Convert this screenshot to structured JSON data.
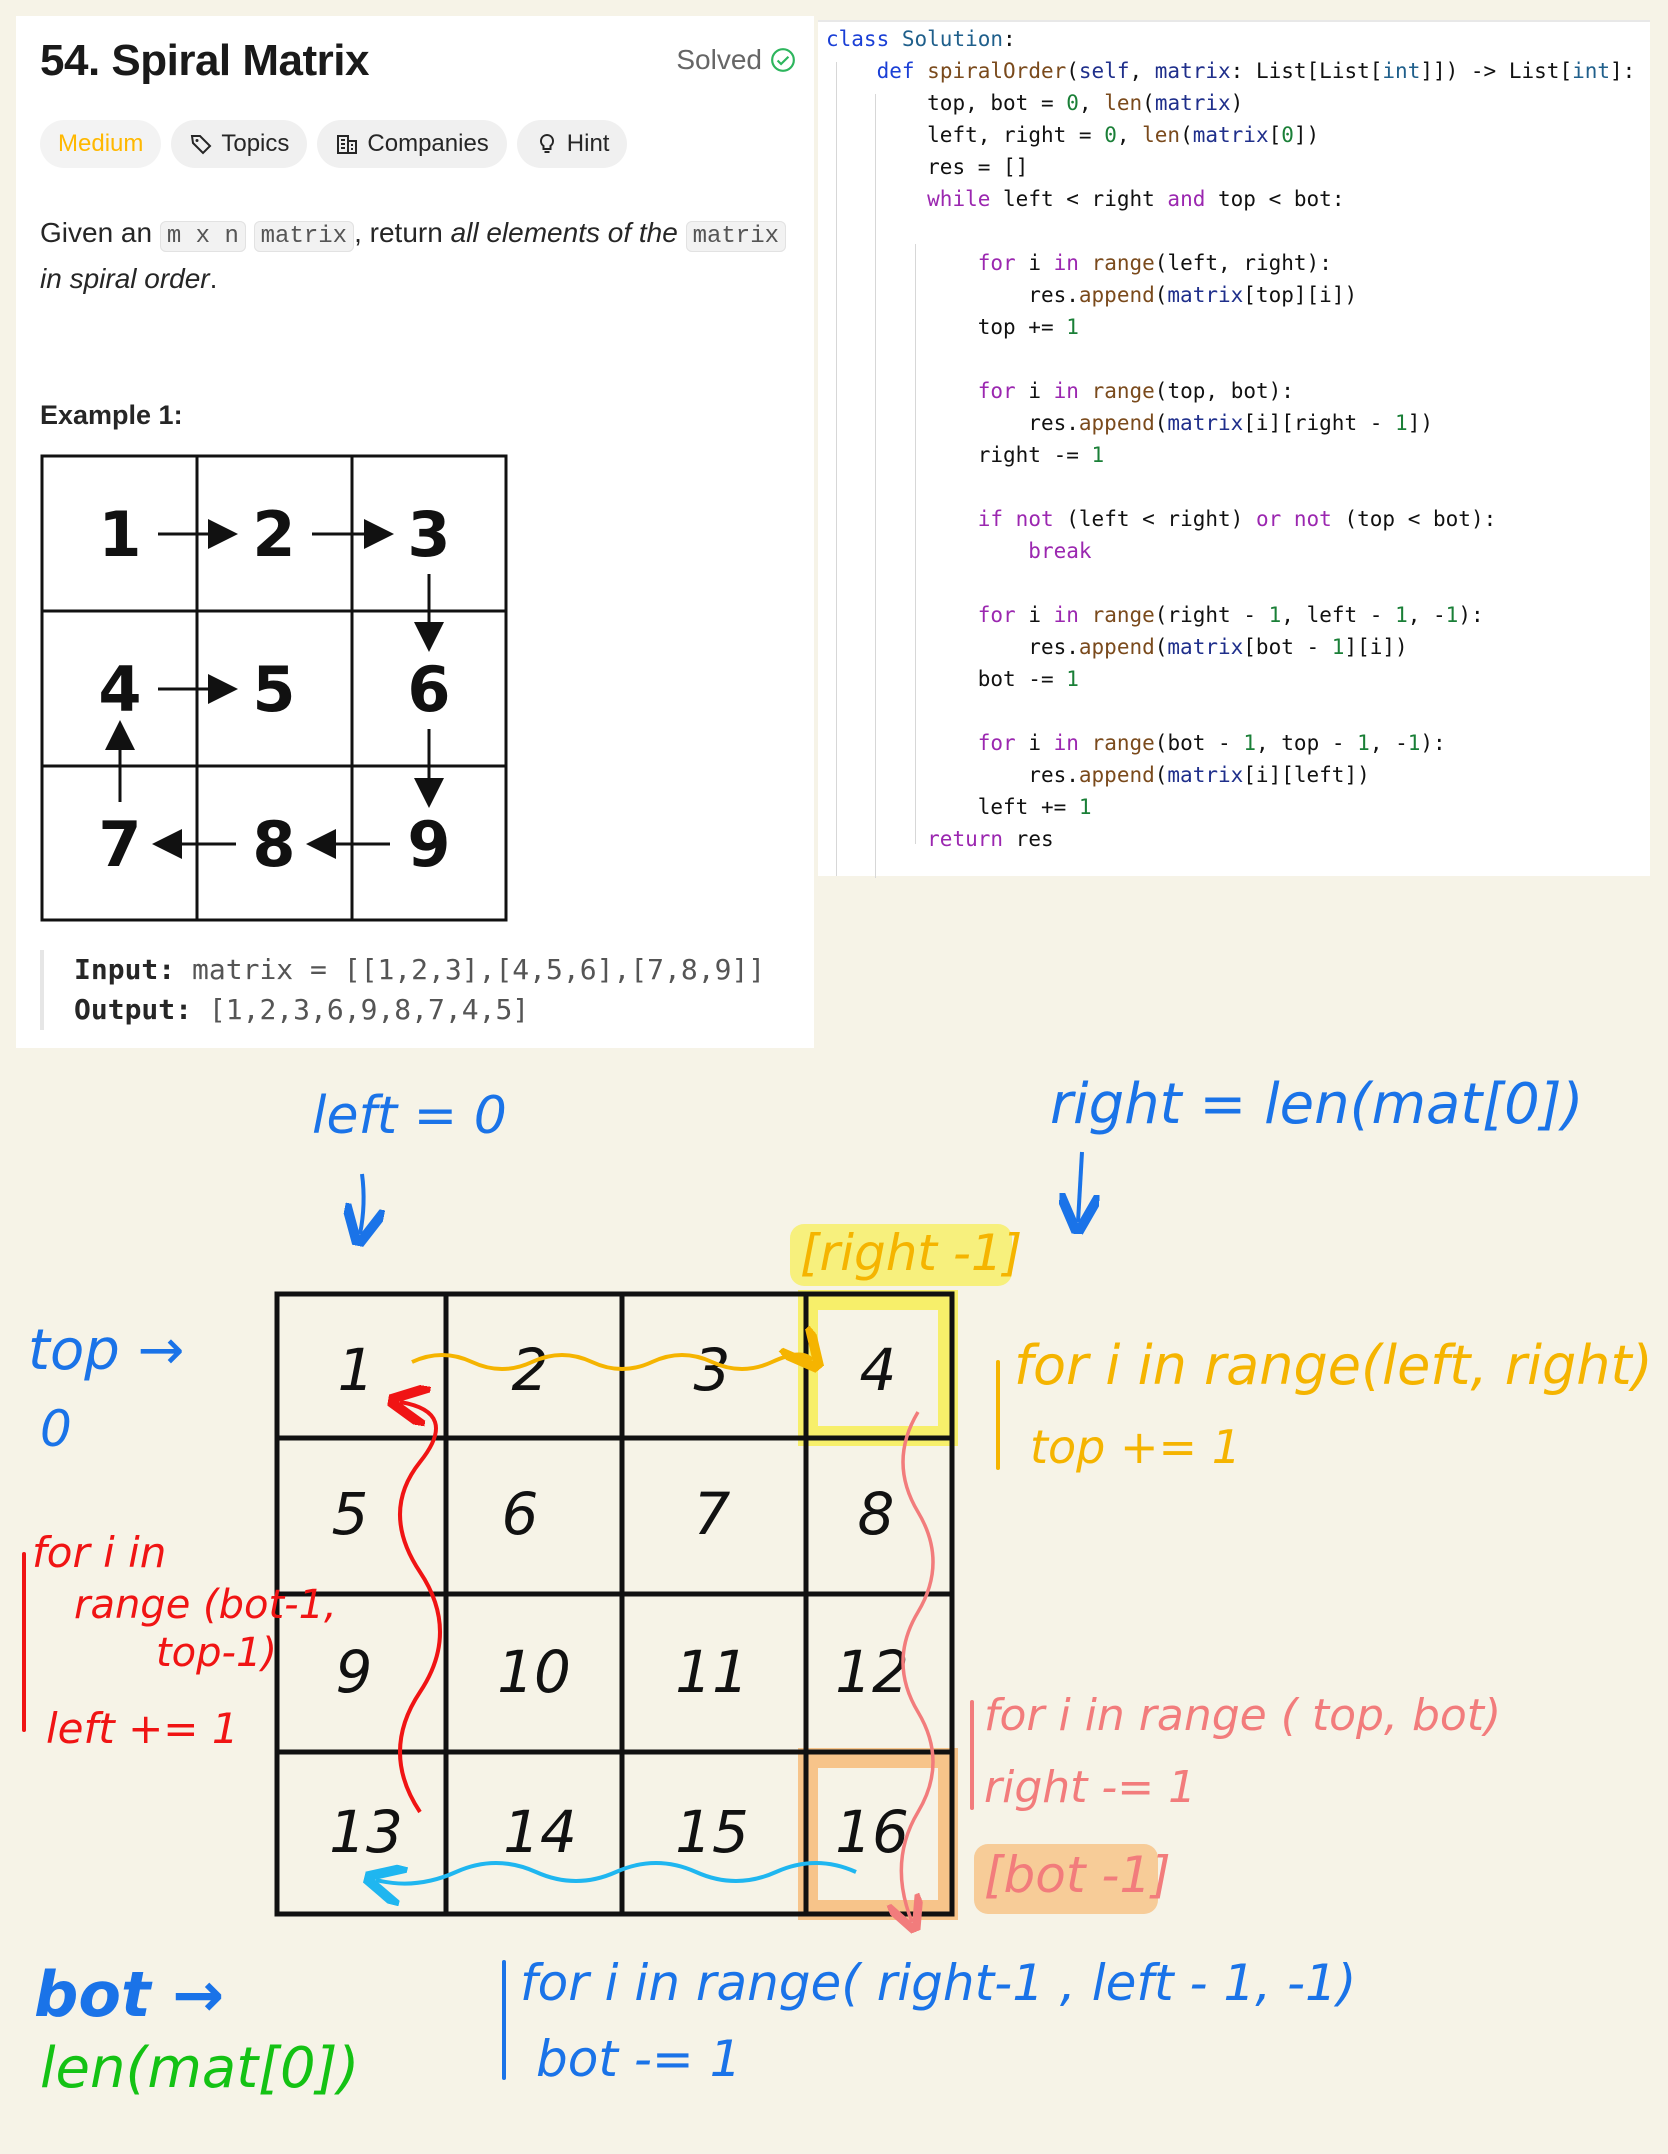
{
  "problem": {
    "title": "54. Spiral Matrix",
    "status": "Solved",
    "tags": [
      "Medium",
      "Topics",
      "Companies",
      "Hint"
    ],
    "description": {
      "p1": "Given an ",
      "code1": "m x n",
      "p2": " ",
      "code2": "matrix",
      "p3": ", return ",
      "em1": "all elements of the",
      "p4": " ",
      "code3": "matrix",
      "em2": "in spiral order",
      "p5": "."
    },
    "example_heading": "Example 1:",
    "example_grid": [
      "1",
      "2",
      "3",
      "4",
      "5",
      "6",
      "7",
      "8",
      "9"
    ],
    "input_label": "Input:",
    "input_value": "matrix = [[1,2,3],[4,5,6],[7,8,9]]",
    "output_label": "Output:",
    "output_value": "[1,2,3,6,9,8,7,4,5]"
  },
  "code_lines": [
    "class Solution:",
    "    def spiralOrder(self, matrix: List[List[int]]) -> List[int]:",
    "        top, bot = 0, len(matrix)",
    "        left, right = 0, len(matrix[0])",
    "        res = []",
    "        while left < right and top < bot:",
    "",
    "            for i in range(left, right):",
    "                res.append(matrix[top][i])",
    "            top += 1",
    "",
    "            for i in range(top, bot):",
    "                res.append(matrix[i][right - 1])",
    "            right -= 1",
    "",
    "            if not (left < right) or not (top < bot):",
    "                break",
    "",
    "            for i in range(right - 1, left - 1, -1):",
    "                res.append(matrix[bot - 1][i])",
    "            bot -= 1",
    "",
    "            for i in range(bot - 1, top - 1, -1):",
    "                res.append(matrix[i][left])",
    "            left += 1",
    "        return res"
  ],
  "notes": {
    "left_label": "left = 0",
    "right_label": "right = len(mat[0])",
    "right_minus": "[right -1]",
    "top_label": "top →",
    "top_value": "0",
    "bot_label": "bot →",
    "bot_value": "len(mat[0])",
    "loop1": "for i in range(left, right)",
    "loop1_update": "top += 1",
    "loop2": "for i in range ( top, bot)",
    "loop2_update": "right -= 1",
    "bot_minus": "[bot -1]",
    "loop3": "for i in range( right-1 , left - 1, -1)",
    "loop3_update": "bot -= 1",
    "loop4_a": "for i in",
    "loop4_b": "range (bot-1,",
    "loop4_c": "top-1)",
    "loop4_update": "left += 1"
  },
  "big_grid": [
    "1",
    "2",
    "3",
    "4",
    "5",
    "6",
    "7",
    "8",
    "9",
    "10",
    "11",
    "12",
    "13",
    "14",
    "15",
    "16"
  ],
  "colors": {
    "blue": "#1a73e8",
    "green": "#14c214",
    "yellow": "#f5b400",
    "red": "#f01414",
    "pink": "#f27c7c",
    "cyan": "#1fb6f0",
    "highlight_yellow": "#f7ef6a",
    "highlight_orange": "#f7c48a",
    "medium_tag": "#ffb800"
  }
}
